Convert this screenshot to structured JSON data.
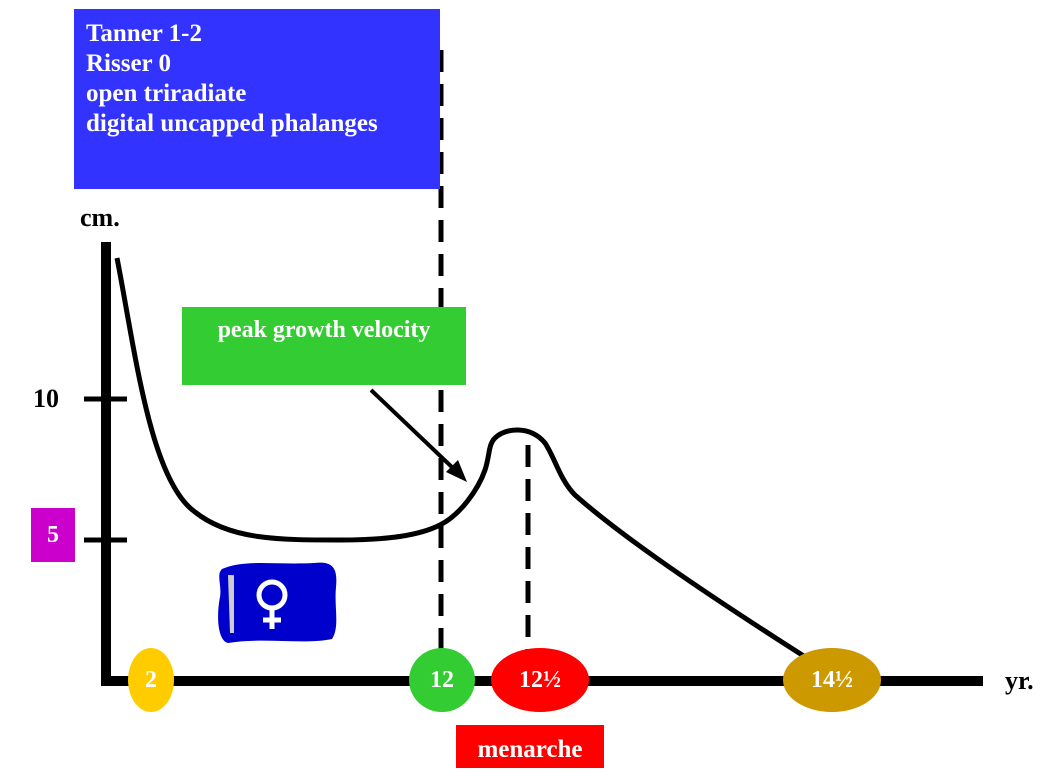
{
  "info_box": {
    "lines": [
      "Tanner 1-2",
      "Risser 0",
      "open triradiate",
      "digital uncapped phalanges"
    ],
    "color": "#3333ff"
  },
  "callout": {
    "label": "peak growth velocity",
    "color": "#33cc33"
  },
  "axes": {
    "y_label": "cm.",
    "x_label": "yr.",
    "y_ticks": [
      {
        "label": "10",
        "highlight": false
      },
      {
        "label": "5",
        "highlight": true,
        "color": "#cc00cc"
      }
    ]
  },
  "age_markers": [
    {
      "label": "2",
      "color": "#ffcc00"
    },
    {
      "label": "12",
      "color": "#33cc33"
    },
    {
      "label": "12½",
      "color": "#ff0000"
    },
    {
      "label": "14½",
      "color": "#cc9900"
    }
  ],
  "event_label": {
    "label": "menarche",
    "color": "#ff0000"
  },
  "icon": {
    "name": "female-symbol",
    "color": "#0000cc"
  },
  "chart_data": {
    "type": "line",
    "title": "",
    "xlabel": "yr.",
    "ylabel": "cm.",
    "x_markers": [
      "2",
      "12",
      "12½",
      "14½"
    ],
    "y_ticks": [
      5,
      10
    ],
    "series": [
      {
        "name": "growth velocity (female)",
        "x": [
          1.5,
          2,
          3,
          5,
          8,
          11,
          12,
          12.3,
          12.5,
          12.8,
          13.5,
          14.5
        ],
        "y": [
          15,
          10,
          6.3,
          5.1,
          5,
          5.1,
          5.7,
          7.5,
          8.9,
          7.8,
          5.5,
          1.3
        ]
      }
    ],
    "annotations": [
      "Tanner 1-2",
      "Risser 0",
      "open triradiate",
      "digital uncapped phalanges",
      "peak growth velocity",
      "menarche"
    ],
    "vertical_dashed_lines_at": [
      "12",
      "12½"
    ]
  }
}
